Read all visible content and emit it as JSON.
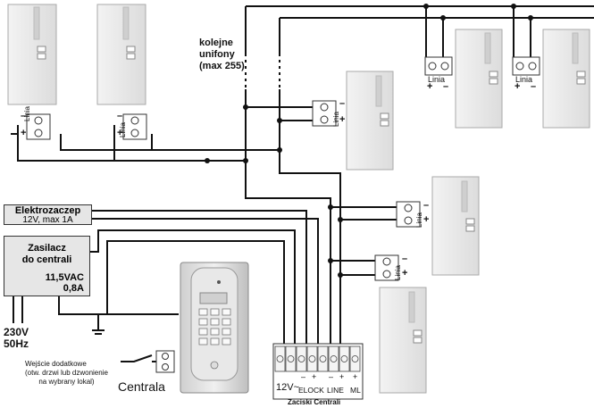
{
  "labels": {
    "more_phones": [
      "kolejne",
      "unifony",
      "(max 255)"
    ],
    "elektrozaczep_title": "Elektrozaczep",
    "elektrozaczep_spec": "12V, max 1A",
    "zasilacz_title": [
      "Zasilacz",
      "do centrali"
    ],
    "zasilacz_output": [
      "11,5VAC",
      "0,8A"
    ],
    "mains": [
      "230V",
      "50Hz"
    ],
    "extra_input": [
      "Wejście dodatkowe",
      "(otw. drzwi lub dzwonienie",
      "na wybrany lokal)"
    ],
    "centrala": "Centrala",
    "terminals_title": "Zaciski Centrali",
    "term_12v": "12V~",
    "term_elock": "ELOCK",
    "term_line": "LINE",
    "term_ml": "ML",
    "minus": "–",
    "plus": "+",
    "linia": "Linia"
  }
}
